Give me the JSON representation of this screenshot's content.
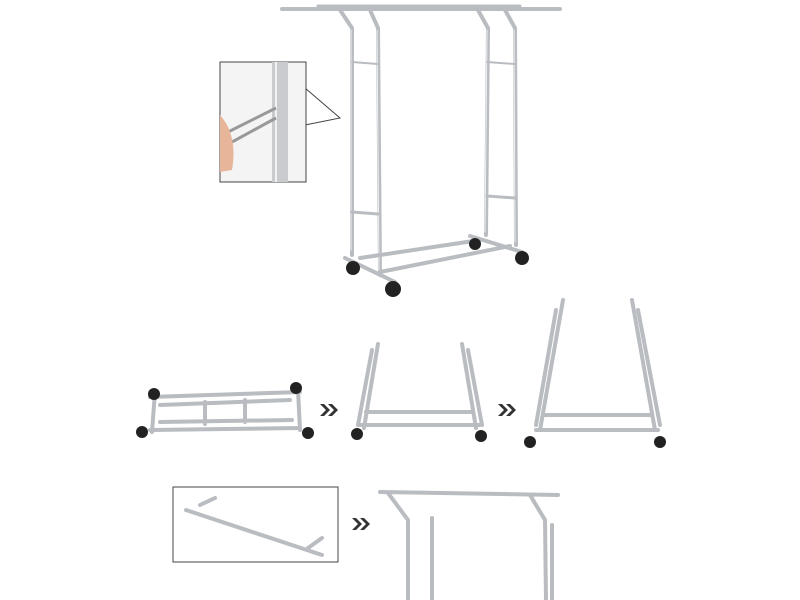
{
  "colors": {
    "background": "#ffffff",
    "chrome": "#b9bcc0",
    "wheel": "#222222",
    "arrow": "#333333",
    "frame": "#444444"
  },
  "steps": [
    {
      "id": "assembled-rack"
    },
    {
      "id": "folded-base"
    },
    {
      "id": "half-unfolded"
    },
    {
      "id": "unfolded-frame"
    },
    {
      "id": "extension-bar-detail"
    },
    {
      "id": "top-bar-attached"
    }
  ]
}
